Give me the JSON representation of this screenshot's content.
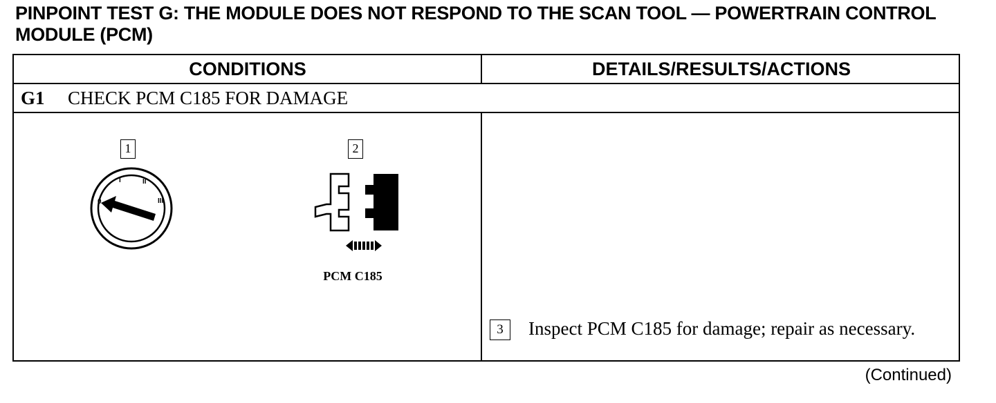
{
  "document": {
    "title": "PINPOINT TEST G:  THE MODULE DOES NOT RESPOND TO THE SCAN TOOL — POWERTRAIN CONTROL MODULE (PCM)",
    "table": {
      "headers": {
        "conditions": "CONDITIONS",
        "details": "DETAILS/RESULTS/ACTIONS"
      },
      "step": {
        "number": "G1",
        "title": "CHECK PCM C185 FOR DAMAGE"
      },
      "illustrations": {
        "ignition": {
          "number": "1",
          "icon": "ignition-switch-icon",
          "position_labels": [
            "0",
            "I",
            "II",
            "III"
          ]
        },
        "connector": {
          "number": "2",
          "icon": "connector-disconnect-icon",
          "label": "PCM C185"
        }
      },
      "action": {
        "number": "3",
        "text": "Inspect PCM C185 for damage; repair as necessary."
      }
    },
    "footer": {
      "continued": "(Continued)"
    }
  }
}
